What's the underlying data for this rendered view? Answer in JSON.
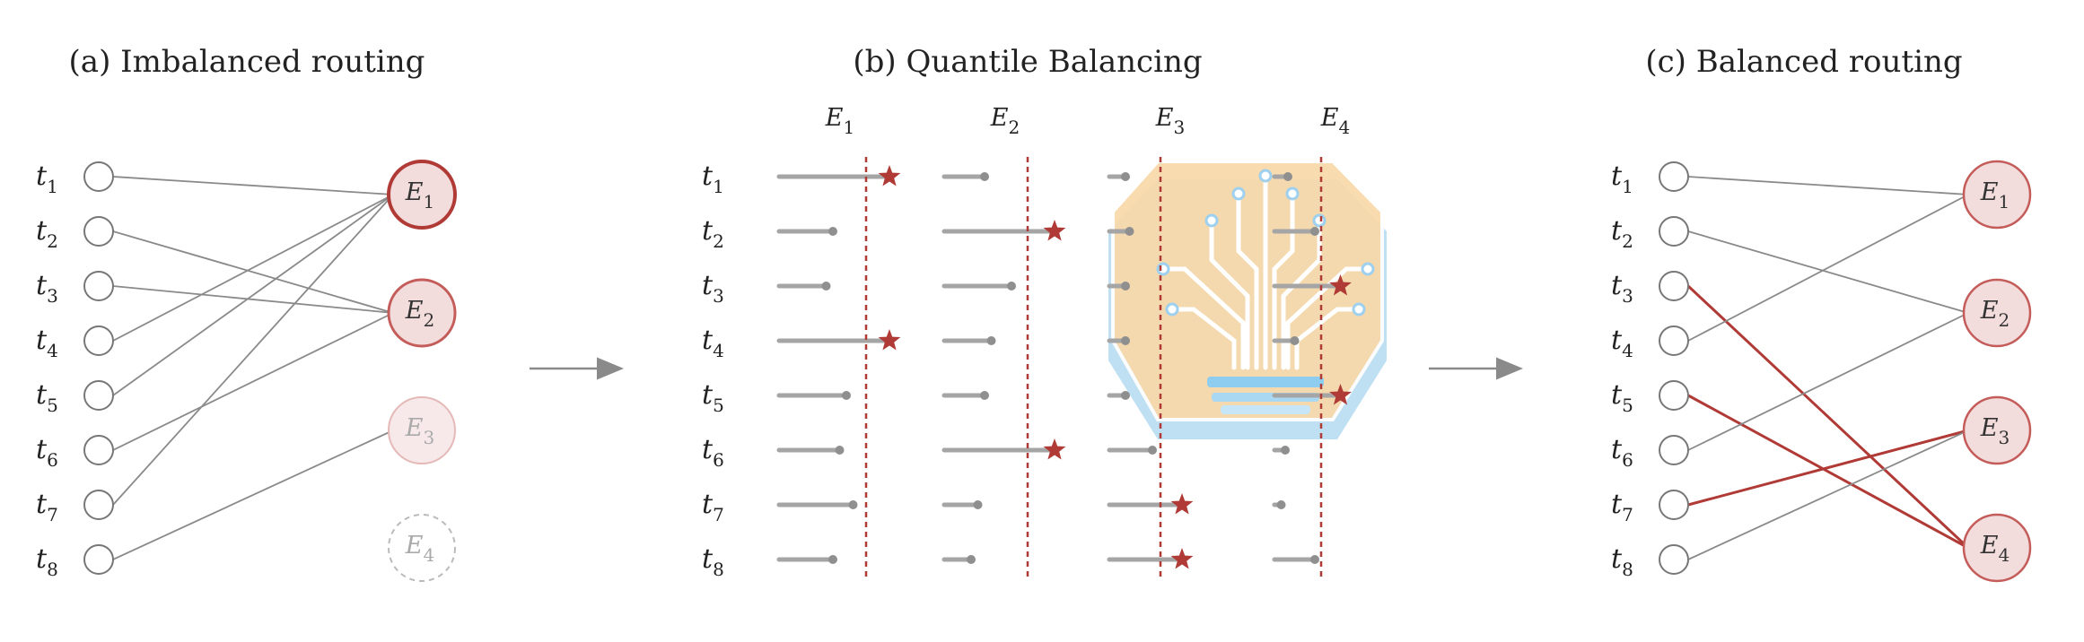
{
  "panels": {
    "a": {
      "title": "(a) Imbalanced routing",
      "tokens": [
        "t",
        "t",
        "t",
        "t",
        "t",
        "t",
        "t",
        "t"
      ],
      "token_subs": [
        "1",
        "2",
        "3",
        "4",
        "5",
        "6",
        "7",
        "8"
      ],
      "experts": [
        "E",
        "E",
        "E",
        "E"
      ],
      "expert_subs": [
        "1",
        "2",
        "3",
        "4"
      ],
      "routes": [
        [
          0,
          0
        ],
        [
          1,
          1
        ],
        [
          2,
          1
        ],
        [
          3,
          0
        ],
        [
          4,
          0
        ],
        [
          5,
          1
        ],
        [
          6,
          0
        ],
        [
          7,
          2
        ]
      ]
    },
    "b": {
      "title": "(b) Quantile Balancing",
      "column_labels": [
        "E",
        "E",
        "E",
        "E"
      ],
      "column_subs": [
        "1",
        "2",
        "3",
        "4"
      ],
      "tokens": [
        "t",
        "t",
        "t",
        "t",
        "t",
        "t",
        "t",
        "t"
      ],
      "token_subs": [
        "1",
        "2",
        "3",
        "4",
        "5",
        "6",
        "7",
        "8"
      ],
      "scores": [
        [
          0.78,
          0.3,
          0.12,
          0.1
        ],
        [
          0.4,
          0.78,
          0.15,
          0.3
        ],
        [
          0.35,
          0.5,
          0.12,
          0.45
        ],
        [
          0.78,
          0.35,
          0.12,
          0.15
        ],
        [
          0.5,
          0.3,
          0.12,
          0.45
        ],
        [
          0.45,
          0.78,
          0.32,
          0.08
        ],
        [
          0.55,
          0.25,
          0.5,
          0.05
        ],
        [
          0.4,
          0.2,
          0.5,
          0.3
        ]
      ],
      "selected": [
        [
          0,
          0
        ],
        [
          1,
          1
        ],
        [
          2,
          3
        ],
        [
          3,
          0
        ],
        [
          4,
          3
        ],
        [
          5,
          1
        ],
        [
          6,
          2
        ],
        [
          7,
          2
        ]
      ]
    },
    "c": {
      "title": "(c) Balanced routing",
      "tokens": [
        "t",
        "t",
        "t",
        "t",
        "t",
        "t",
        "t",
        "t"
      ],
      "token_subs": [
        "1",
        "2",
        "3",
        "4",
        "5",
        "6",
        "7",
        "8"
      ],
      "experts": [
        "E",
        "E",
        "E",
        "E"
      ],
      "expert_subs": [
        "1",
        "2",
        "3",
        "4"
      ],
      "routes": [
        [
          0,
          0
        ],
        [
          1,
          1
        ],
        [
          2,
          3
        ],
        [
          3,
          0
        ],
        [
          4,
          3
        ],
        [
          5,
          1
        ],
        [
          6,
          2
        ],
        [
          7,
          2
        ]
      ],
      "highlight_routes": [
        2,
        4,
        6
      ]
    }
  },
  "colors": {
    "accent_red": "#b03a36",
    "node_fill_pink": "#f2dcdc",
    "node_stroke_pink": "#c45c5a",
    "faded_pink": "#f7e9e9",
    "line_gray": "#8a8a8a",
    "bar_gray": "#a5a5a5",
    "overlay_orange": "#f8d9a8",
    "overlay_blue": "#b8dcf2"
  },
  "icons": [
    "arrow-right-icon",
    "star-icon",
    "circuit-bulb-icon"
  ]
}
